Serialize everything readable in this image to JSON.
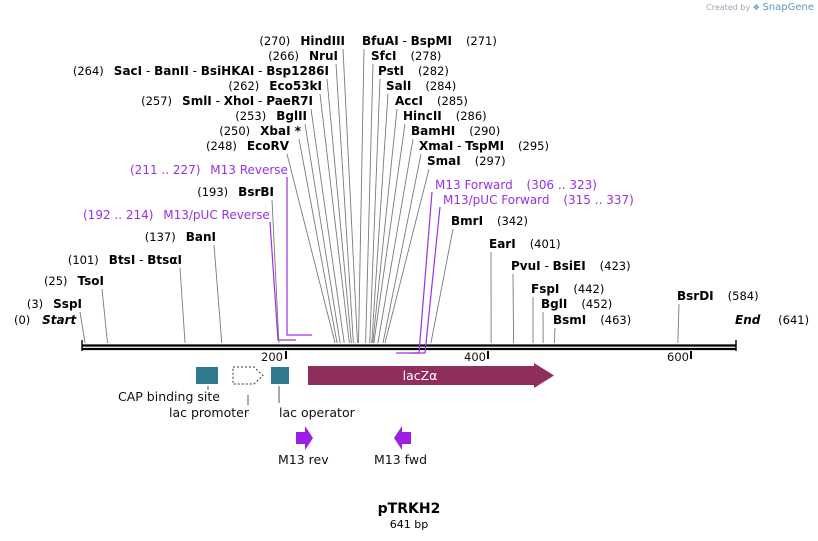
{
  "credit": {
    "prefix": "Created by",
    "brand": "SnapGene"
  },
  "plasmid": {
    "name": "pTRKH2",
    "size_label": "641 bp"
  },
  "ends": {
    "start": {
      "pos": "(0)",
      "label": "Start"
    },
    "end": {
      "pos": "(641)",
      "label": "End"
    }
  },
  "ruler": {
    "ticks": [
      "200",
      "400",
      "600"
    ]
  },
  "left_sites": [
    {
      "pos": "(3)",
      "enzymes": [
        "SspI"
      ]
    },
    {
      "pos": "(25)",
      "enzymes": [
        "TsoI"
      ]
    },
    {
      "pos": "(101)",
      "enzymes": [
        "BtsI",
        "BtsαI"
      ]
    },
    {
      "pos": "(137)",
      "enzymes": [
        "BanI"
      ]
    },
    {
      "pos": "(193)",
      "enzymes": [
        "BsrBI"
      ]
    },
    {
      "pos": "(248)",
      "enzymes": [
        "EcoRV"
      ]
    },
    {
      "pos": "(250)",
      "enzymes": [
        "XbaI *"
      ]
    },
    {
      "pos": "(253)",
      "enzymes": [
        "BglII"
      ]
    },
    {
      "pos": "(257)",
      "enzymes": [
        "SmlI",
        "XhoI",
        "PaeR7I"
      ]
    },
    {
      "pos": "(262)",
      "enzymes": [
        "Eco53kI"
      ]
    },
    {
      "pos": "(264)",
      "enzymes": [
        "SacI",
        "BanII",
        "BsiHKAI",
        "Bsp1286I"
      ]
    },
    {
      "pos": "(266)",
      "enzymes": [
        "NruI"
      ]
    },
    {
      "pos": "(270)",
      "enzymes": [
        "HindIII"
      ]
    }
  ],
  "right_sites": [
    {
      "pos": "(271)",
      "enzymes": [
        "BfuAI",
        "BspMI"
      ]
    },
    {
      "pos": "(278)",
      "enzymes": [
        "SfcI"
      ]
    },
    {
      "pos": "(282)",
      "enzymes": [
        "PstI"
      ]
    },
    {
      "pos": "(284)",
      "enzymes": [
        "SalI"
      ]
    },
    {
      "pos": "(285)",
      "enzymes": [
        "AccI"
      ]
    },
    {
      "pos": "(286)",
      "enzymes": [
        "HincII"
      ]
    },
    {
      "pos": "(290)",
      "enzymes": [
        "BamHI"
      ]
    },
    {
      "pos": "(295)",
      "enzymes": [
        "XmaI",
        "TspMI"
      ]
    },
    {
      "pos": "(297)",
      "enzymes": [
        "SmaI"
      ]
    },
    {
      "pos": "(342)",
      "enzymes": [
        "BmrI"
      ]
    },
    {
      "pos": "(401)",
      "enzymes": [
        "EarI"
      ]
    },
    {
      "pos": "(423)",
      "enzymes": [
        "PvuI",
        "BsiEI"
      ]
    },
    {
      "pos": "(442)",
      "enzymes": [
        "FspI"
      ]
    },
    {
      "pos": "(452)",
      "enzymes": [
        "BglI"
      ]
    },
    {
      "pos": "(463)",
      "enzymes": [
        "BsmI"
      ]
    },
    {
      "pos": "(584)",
      "enzymes": [
        "BsrDI"
      ]
    }
  ],
  "primer_sites": [
    {
      "name": "M13 Reverse",
      "range": "(211 .. 227)"
    },
    {
      "name": "M13/pUC Reverse",
      "range": "(192 .. 214)"
    },
    {
      "name": "M13 Forward",
      "range": "(306 .. 323)"
    },
    {
      "name": "M13/pUC Forward",
      "range": "(315 .. 337)"
    }
  ],
  "features": {
    "cap": "CAP binding site",
    "lac_promoter": "lac promoter",
    "lac_operator": "lac operator",
    "lacz": "lacZα",
    "m13_rev": "M13 rev",
    "m13_fwd": "M13 fwd"
  },
  "colors": {
    "teal": "#2f7a90",
    "lacz": "#8f2d5d",
    "primer": "#9b30e6",
    "primer_arrow": "#9b1fe6",
    "line": "#000000",
    "leader": "#7a7a7a"
  }
}
